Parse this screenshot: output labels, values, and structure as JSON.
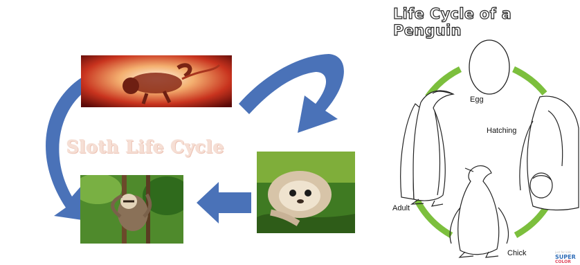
{
  "sloth": {
    "title": "Sloth Life Cycle",
    "colors": {
      "arrow": "#4a72b8",
      "title": "#f6dfd5"
    }
  },
  "penguin": {
    "title": "Life Cycle of a Penguin",
    "stages": {
      "egg": "Egg",
      "hatching": "Hatching",
      "chick": "Chick",
      "adult": "Adult"
    },
    "colors": {
      "ring": "#7cbf3d"
    }
  },
  "brand": {
    "line1": "just for kids",
    "line2": "SUPER",
    "line3": "COLOR"
  }
}
